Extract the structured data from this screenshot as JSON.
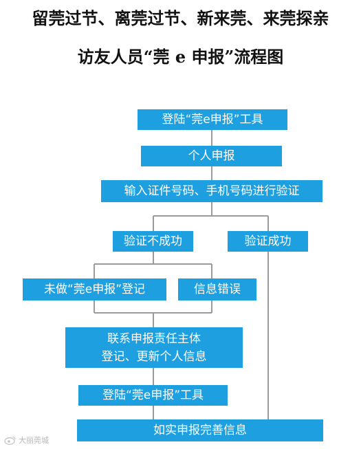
{
  "title": {
    "line1": "留莞过节、离莞过节、新来莞、来莞探亲",
    "line2": "访友人员“莞 e 申报”流程图"
  },
  "nodes": {
    "login_tool": "登陆“莞e申报”工具",
    "personal_report": "个人申报",
    "input_verify": "输入证件号码、手机号码进行验证",
    "verify_fail": "验证不成功",
    "verify_success": "验证成功",
    "not_registered": "未做“莞e申报”登记",
    "info_error": "信息错误",
    "contact_line1": "联系申报责任主体",
    "contact_line2": "登记、更新个人信息",
    "login_tool_again": "登陆“莞e申报”工具",
    "truthful_report": "如实申报完善信息"
  },
  "colors": {
    "box_fill": "#1ea0e0",
    "box_text": "#ffffff",
    "connector": "#9a9a9a"
  },
  "watermark": {
    "text": "大丽莞城"
  }
}
